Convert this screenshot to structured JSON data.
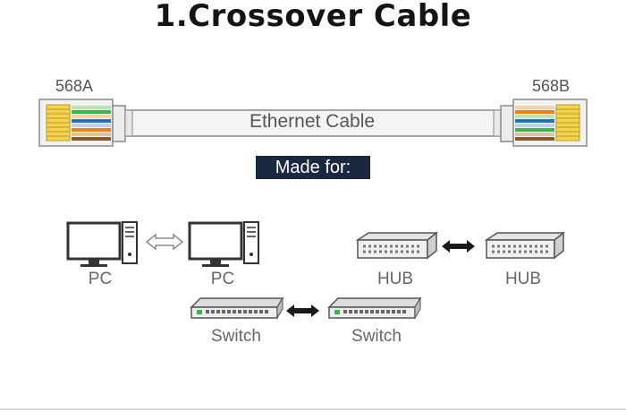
{
  "title": "1.Crossover Cable",
  "cable": {
    "left_standard": "568A",
    "right_standard": "568B",
    "label": "Ethernet Cable"
  },
  "made_for_label": "Made for:",
  "devices": {
    "pc_left": "PC",
    "pc_right": "PC",
    "hub_left": "HUB",
    "hub_right": "HUB",
    "switch_left": "Switch",
    "switch_right": "Switch"
  },
  "icons": [
    "rj45-connector-icon",
    "computer-icon",
    "double-arrow-icon",
    "hub-icon",
    "switch-icon"
  ],
  "colors": {
    "made_for_bg": "#1b2940",
    "pin_gold": "#e6c235",
    "wire_orange": "#f07f1f",
    "wire_green": "#3bb54a",
    "wire_blue": "#2f6fb6",
    "wire_brown": "#8b5a2b"
  }
}
